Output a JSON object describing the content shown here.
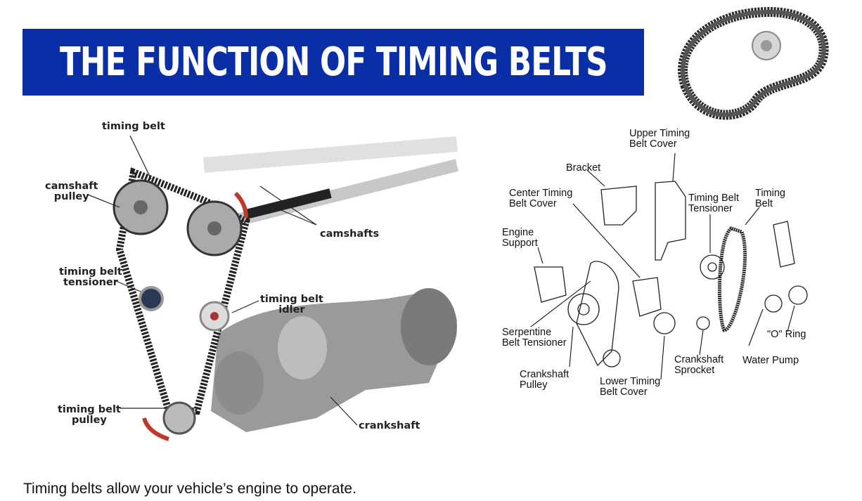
{
  "banner": {
    "title": "THE FUNCTION OF TIMING BELTS",
    "background": "#0a2ea6"
  },
  "left_diagram": {
    "labels": {
      "timing_belt": "timing belt",
      "camshaft_pulley_1": "camshaft",
      "camshaft_pulley_2": "pulley",
      "camshafts": "camshafts",
      "tensioner_1": "timing belt",
      "tensioner_2": "tensioner",
      "idler_1": "timing belt",
      "idler_2": "idler",
      "pulley_1": "timing belt",
      "pulley_2": "pulley",
      "crankshaft": "crankshaft"
    }
  },
  "right_diagram": {
    "labels": {
      "upper_cover_1": "Upper Timing",
      "upper_cover_2": "Belt Cover",
      "bracket": "Bracket",
      "center_cover_1": "Center Timing",
      "center_cover_2": "Belt Cover",
      "tensioner_1": "Timing Belt",
      "tensioner_2": "Tensioner",
      "belt_1": "Timing",
      "belt_2": "Belt",
      "engine_support_1": "Engine",
      "engine_support_2": "Support",
      "o_ring": "\"O\" Ring",
      "serpentine_1": "Serpentine",
      "serpentine_2": "Belt Tensioner",
      "water_pump": "Water Pump",
      "sprocket_1": "Crankshaft",
      "sprocket_2": "Sprocket",
      "crank_pulley_1": "Crankshaft",
      "crank_pulley_2": "Pulley",
      "lower_cover_1": "Lower Timing",
      "lower_cover_2": "Belt Cover"
    }
  },
  "caption": "Timing belts allow your vehicle’s engine to operate."
}
